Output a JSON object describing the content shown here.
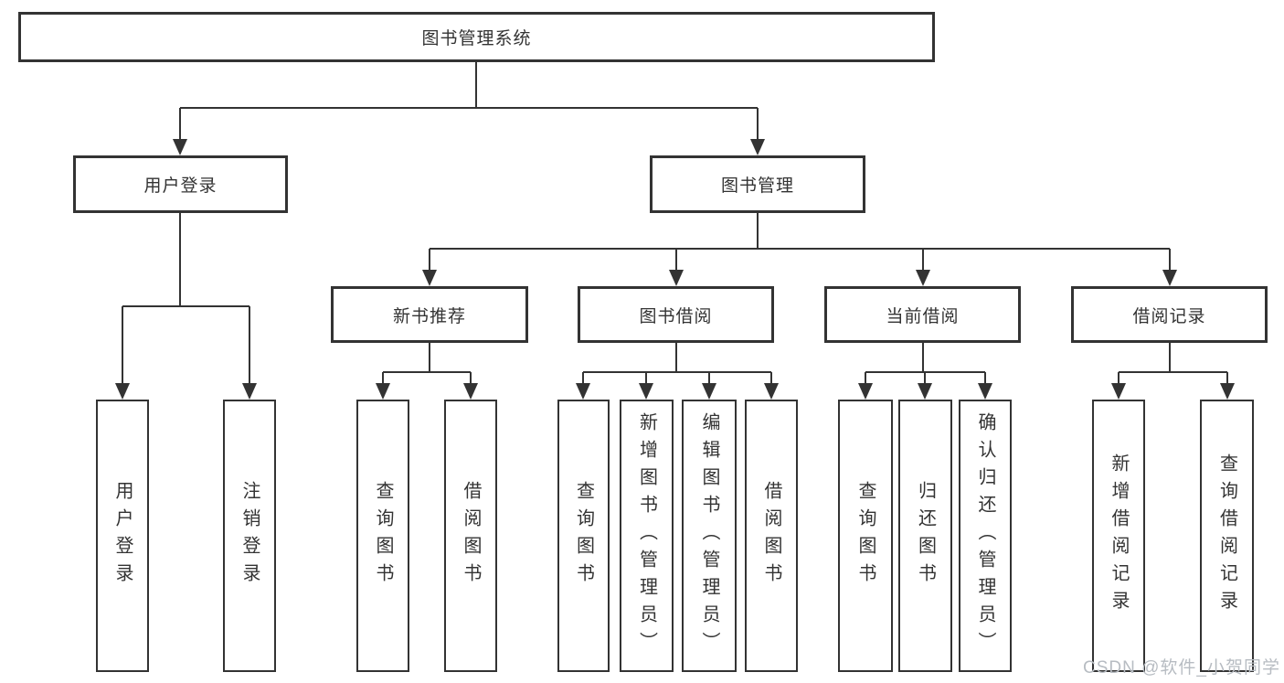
{
  "nodes": {
    "root": "图书管理系统",
    "user_login": "用户登录",
    "book_management": "图书管理",
    "new_book_recommend": "新书推荐",
    "book_borrowing": "图书借阅",
    "current_borrowing": "当前借阅",
    "borrowing_records": "借阅记录"
  },
  "leaves": {
    "user_login": "用户登录",
    "logout": "注销登录",
    "query_book_recommend": "查询图书",
    "borrow_book_recommend": "借阅图书",
    "query_book_borrowing": "查询图书",
    "add_book_admin": "新增图书（管理员）",
    "edit_book_admin": "编辑图书（管理员）",
    "borrow_book_borrowing": "借阅图书",
    "query_book_current": "查询图书",
    "return_book": "归还图书",
    "confirm_return_admin": "确认归还（管理员）",
    "add_borrow_record": "新增借阅记录",
    "query_borrow_record": "查询借阅记录"
  },
  "watermark": "CSDN @软件_小贺同学",
  "colors": {
    "line": "#333333",
    "text": "#333333",
    "watermark": "#b7bcc2",
    "background": "#ffffff"
  }
}
